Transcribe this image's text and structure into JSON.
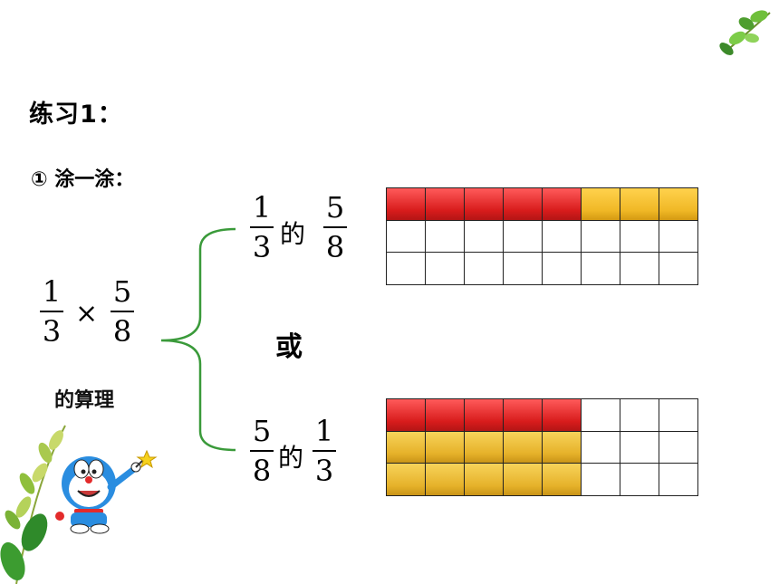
{
  "title": "练习1：",
  "subtitle": "① 涂一涂：",
  "left_expression": {
    "a": {
      "num": "1",
      "den": "3"
    },
    "op": "×",
    "b": {
      "num": "5",
      "den": "8"
    },
    "caption": "的算理"
  },
  "option_top": {
    "a": {
      "num": "1",
      "den": "3"
    },
    "link": "的",
    "b": {
      "num": "5",
      "den": "8"
    }
  },
  "or_text": "或",
  "option_bottom": {
    "a": {
      "num": "5",
      "den": "8"
    },
    "link": "的",
    "b": {
      "num": "1",
      "den": "3"
    }
  },
  "grids": {
    "columns": 8,
    "rows": 3,
    "top_grid": {
      "red_row": 0,
      "red_cols": 5,
      "gold_row": 0,
      "gold_from_col": 5
    },
    "bottom_grid": {
      "red_row": 0,
      "gold_rows": [
        1,
        2
      ],
      "shaded_cols": 5
    }
  },
  "colors": {
    "red": "#e8282b",
    "gold": "#f0b826",
    "bracket": "#3a9a3a",
    "leaf": "#4caf3c"
  }
}
